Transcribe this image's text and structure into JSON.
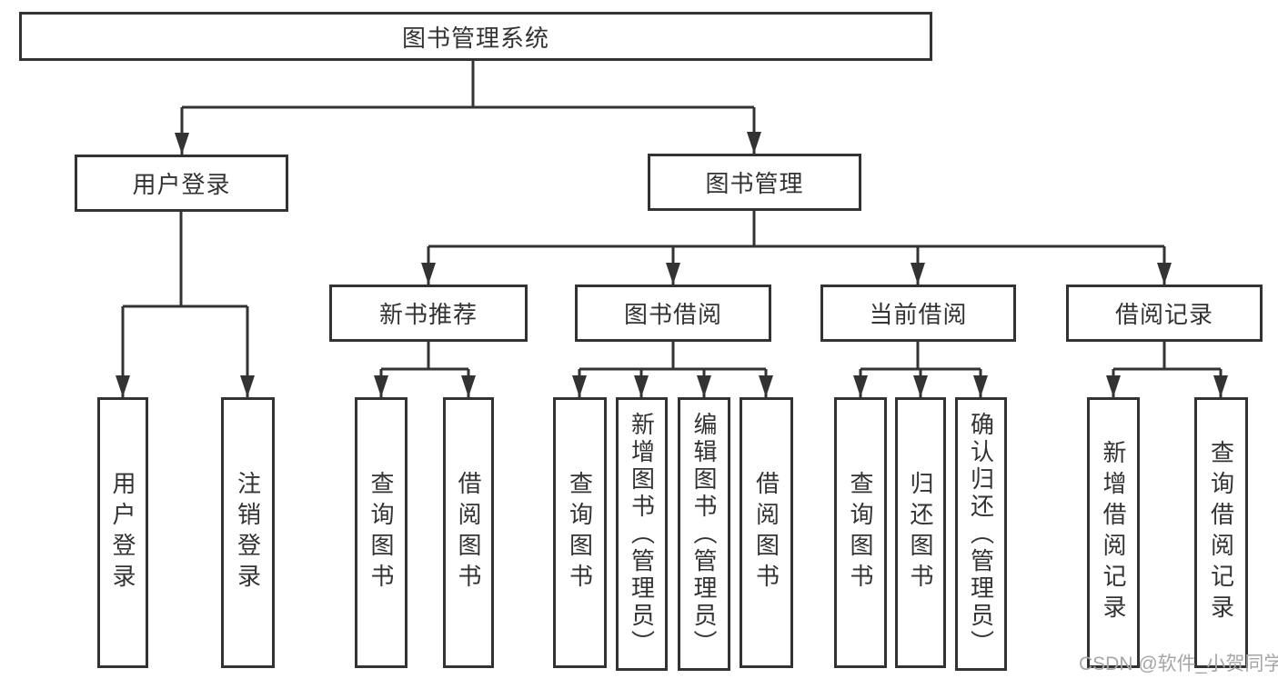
{
  "diagram": {
    "background": "#ffffff",
    "line_color": "#333333",
    "text_color": "#333333",
    "root": {
      "label": "图书管理系统"
    },
    "level2": {
      "user_login": {
        "label": "用户登录"
      },
      "book_management": {
        "label": "图书管理"
      }
    },
    "level3": {
      "new_book_recommend": {
        "label": "新书推荐"
      },
      "book_borrowing": {
        "label": "图书借阅"
      },
      "current_borrowing": {
        "label": "当前借阅"
      },
      "borrowing_records": {
        "label": "借阅记录"
      }
    },
    "leaves": {
      "user_login": {
        "label": "用户登录"
      },
      "logout": {
        "label": "注销登录"
      },
      "query_books_recommend": {
        "label": "查询图书"
      },
      "borrow_books_recommend": {
        "label": "借阅图书"
      },
      "query_books_borrowing": {
        "label": "查询图书"
      },
      "add_books_admin": {
        "label": "新增图书（管理员）"
      },
      "edit_books_admin": {
        "label": "编辑图书（管理员）"
      },
      "borrow_books_borrowing": {
        "label": "借阅图书"
      },
      "query_books_current": {
        "label": "查询图书"
      },
      "return_books": {
        "label": "归还图书"
      },
      "confirm_return_admin": {
        "label": "确认归还（管理员）"
      },
      "add_borrow_record": {
        "label": "新增借阅记录"
      },
      "query_borrow_record": {
        "label": "查询借阅记录"
      }
    },
    "watermark": {
      "label": "CSDN @软件_小贺同学",
      "color": "#a6a6a6"
    }
  }
}
